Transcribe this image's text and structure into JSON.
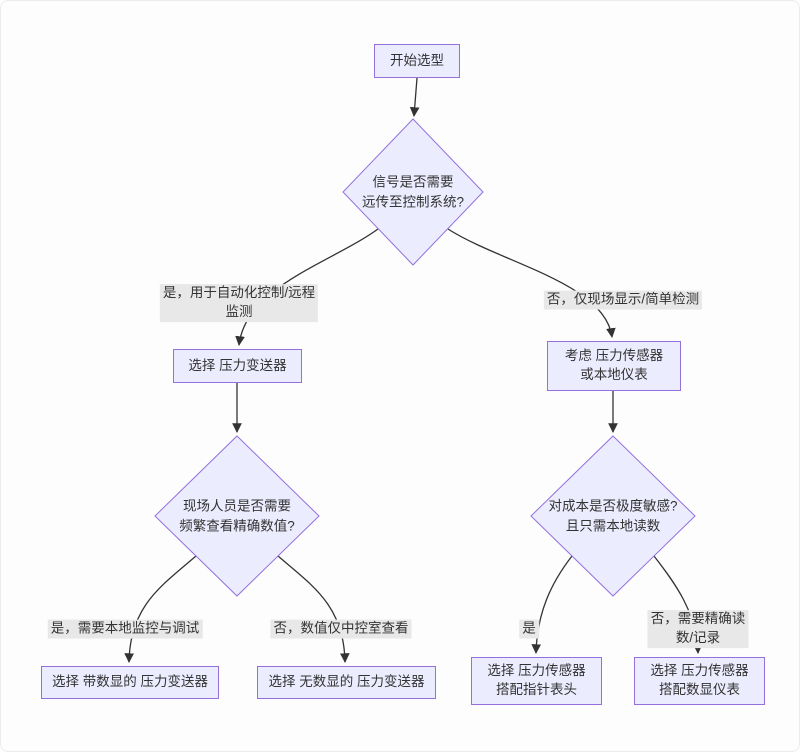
{
  "diagram": {
    "type": "flowchart",
    "background": "#fdfdfd",
    "node_fill": "#ECECFF",
    "node_border": "#9370DB",
    "line_color": "#333333",
    "edge_label_bg": "#e8e8e8",
    "nodes": {
      "start": "开始选型",
      "decision_signal": "信号是否需要\n远传至控制系统?",
      "choose_transmitter": "选择 压力变送器",
      "decision_frequent_view": "现场人员是否需要\n频繁查看精确数值?",
      "choose_with_display": "选择 带数显的 压力变送器",
      "choose_without_display": "选择 无数显的 压力变送器",
      "consider_sensor_or_local": "考虑 压力传感器\n或本地仪表",
      "decision_cost": "对成本是否极度敏感?\n且只需本地读数",
      "choose_sensor_pointer": "选择 压力传感器\n搭配指针表头",
      "choose_sensor_digital": "选择 压力传感器\n搭配数显仪表"
    },
    "edge_labels": {
      "yes_automation": "是，用于自动化控制/远程\n监测",
      "no_local_only": "否，仅现场显示/简单检测",
      "yes_local_monitor": "是，需要本地监控与调试",
      "no_control_room_only": "否，数值仅中控室查看",
      "yes_simple": "是",
      "no_precise_reading": "否，需要精确读数/记录"
    }
  }
}
